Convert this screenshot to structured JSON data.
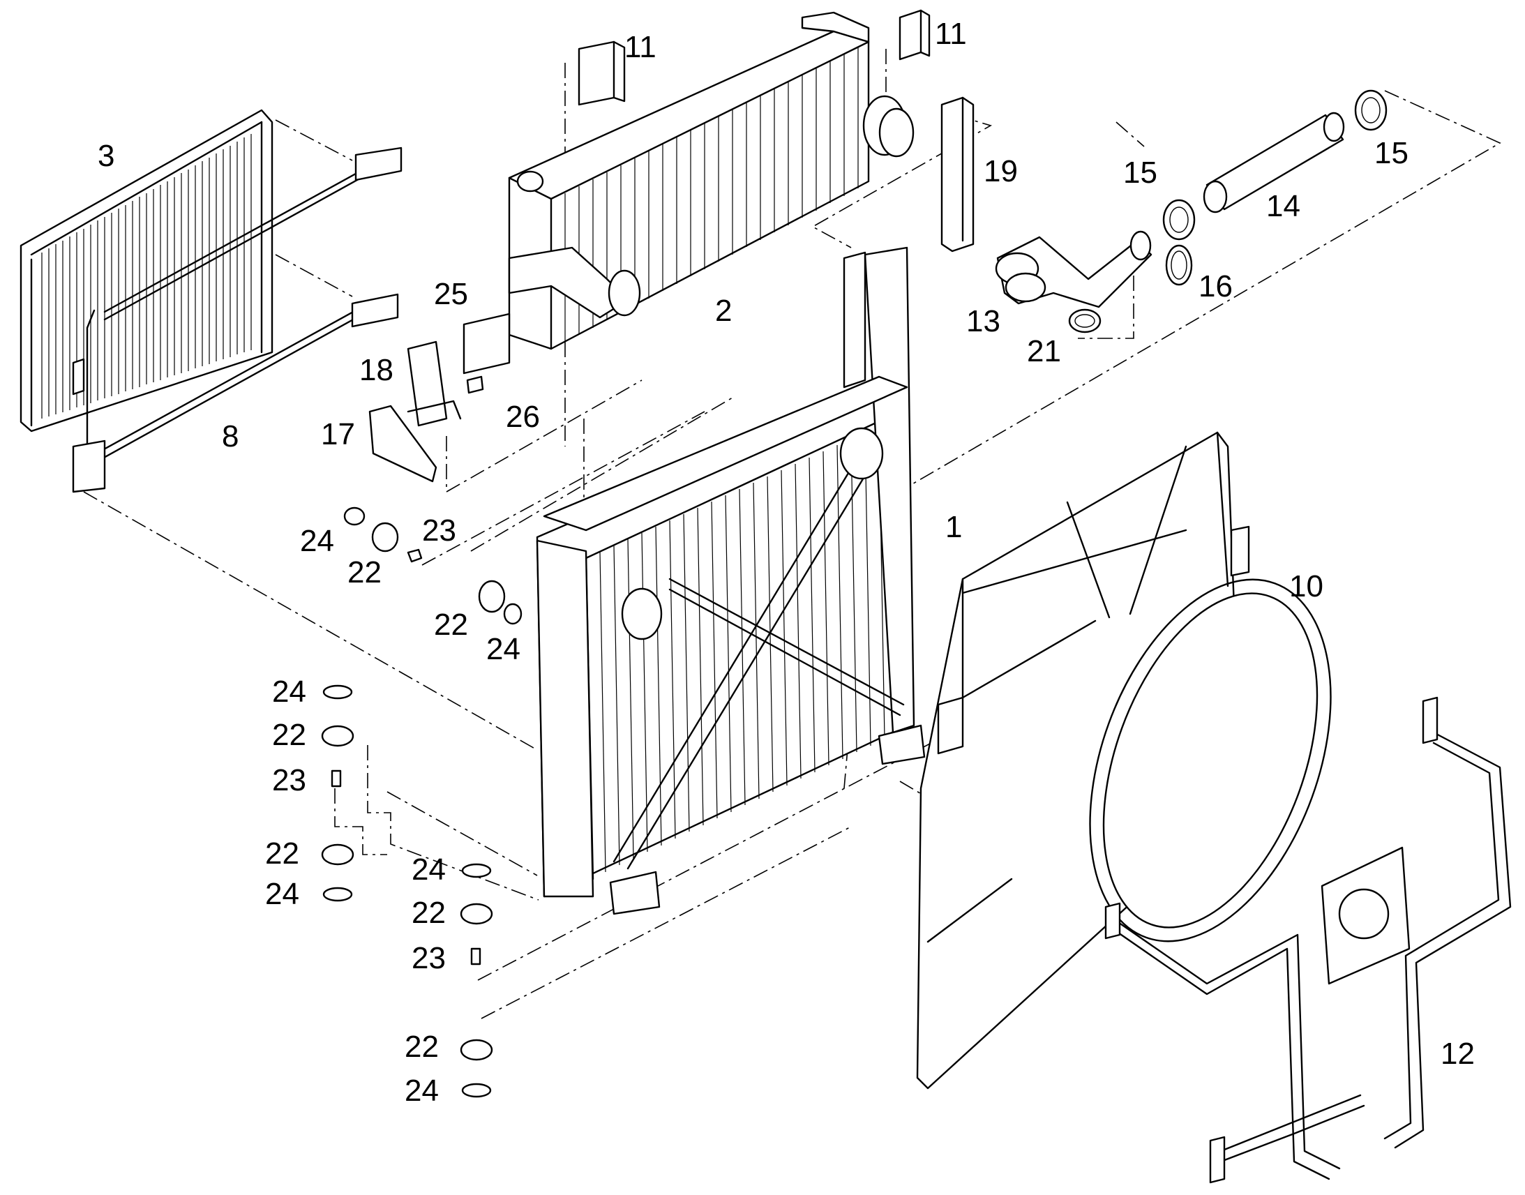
{
  "diagram": {
    "colors": {
      "line": "#000000",
      "background": "#ffffff"
    },
    "callouts": [
      {
        "id": "p1",
        "text": "1"
      },
      {
        "id": "p2",
        "text": "2"
      },
      {
        "id": "p3",
        "text": "3"
      },
      {
        "id": "p8",
        "text": "8"
      },
      {
        "id": "p10",
        "text": "10"
      },
      {
        "id": "p11a",
        "text": "11"
      },
      {
        "id": "p11b",
        "text": "11"
      },
      {
        "id": "p12",
        "text": "12"
      },
      {
        "id": "p13",
        "text": "13"
      },
      {
        "id": "p14",
        "text": "14"
      },
      {
        "id": "p15a",
        "text": "15"
      },
      {
        "id": "p15b",
        "text": "15"
      },
      {
        "id": "p16",
        "text": "16"
      },
      {
        "id": "p17",
        "text": "17"
      },
      {
        "id": "p18",
        "text": "18"
      },
      {
        "id": "p19",
        "text": "19"
      },
      {
        "id": "p21",
        "text": "21"
      },
      {
        "id": "p22a",
        "text": "22"
      },
      {
        "id": "p22b",
        "text": "22"
      },
      {
        "id": "p22c",
        "text": "22"
      },
      {
        "id": "p22d",
        "text": "22"
      },
      {
        "id": "p22e",
        "text": "22"
      },
      {
        "id": "p22f",
        "text": "22"
      },
      {
        "id": "p23a",
        "text": "23"
      },
      {
        "id": "p23b",
        "text": "23"
      },
      {
        "id": "p23c",
        "text": "23"
      },
      {
        "id": "p24a",
        "text": "24"
      },
      {
        "id": "p24b",
        "text": "24"
      },
      {
        "id": "p24c",
        "text": "24"
      },
      {
        "id": "p24d",
        "text": "24"
      },
      {
        "id": "p24e",
        "text": "24"
      },
      {
        "id": "p24f",
        "text": "24"
      },
      {
        "id": "p25",
        "text": "25"
      },
      {
        "id": "p26",
        "text": "26"
      }
    ]
  }
}
